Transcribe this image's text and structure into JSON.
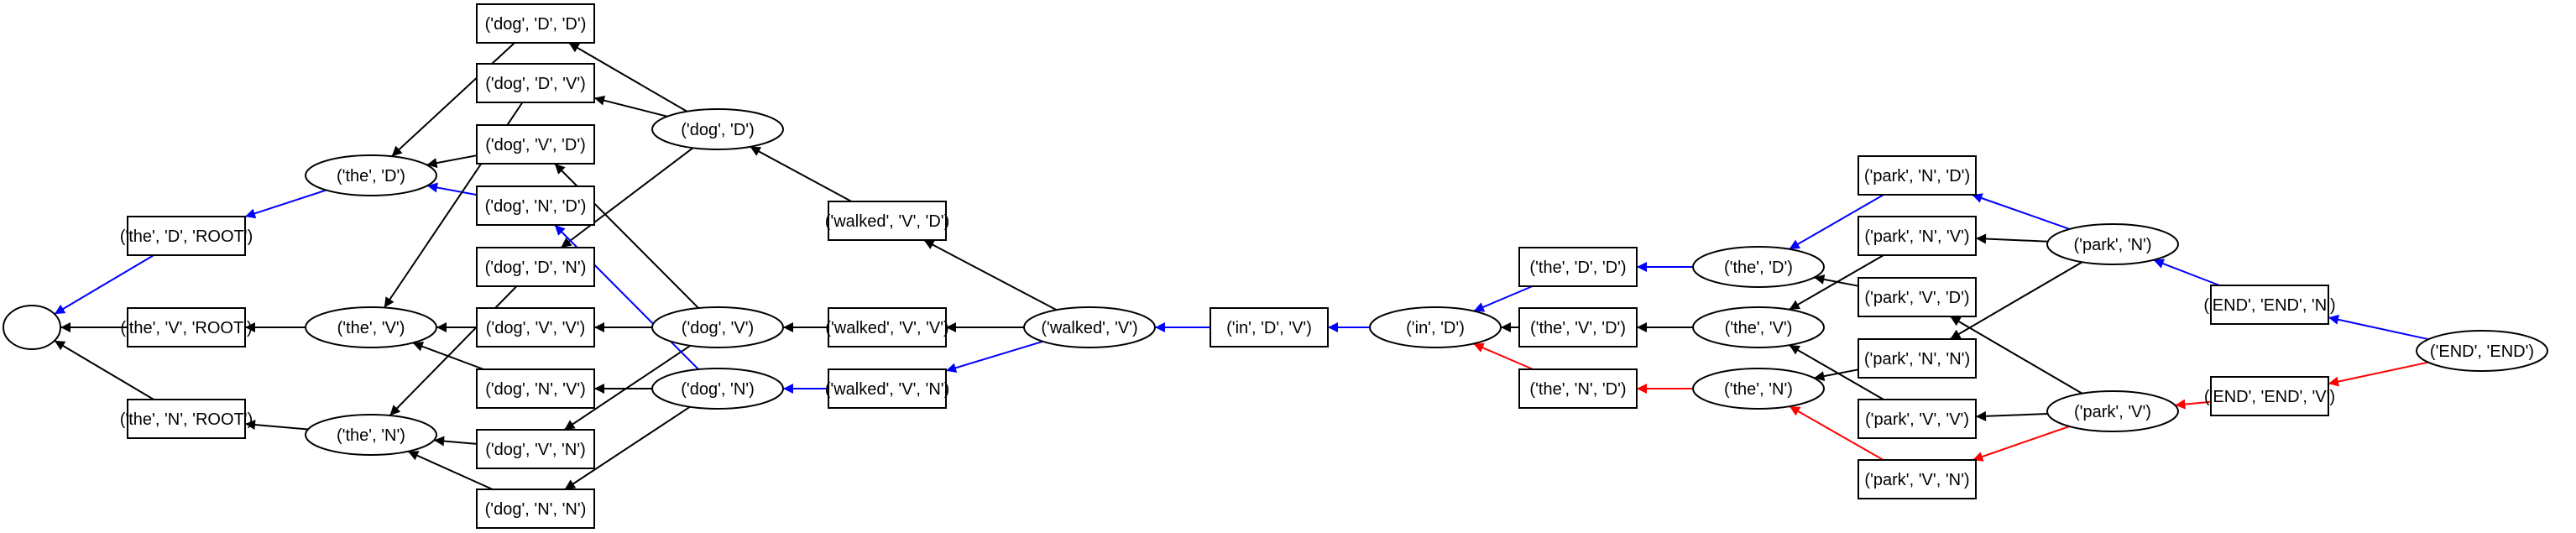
{
  "graph": {
    "root": {
      "label": ""
    },
    "nodes": [
      {
        "id": "the_D_ROOT",
        "label": "('the', 'D', 'ROOT')",
        "shape": "box"
      },
      {
        "id": "the_V_ROOT",
        "label": "('the', 'V', 'ROOT')",
        "shape": "box"
      },
      {
        "id": "the_N_ROOT",
        "label": "('the', 'N', 'ROOT')",
        "shape": "box"
      },
      {
        "id": "the_D",
        "label": "('the', 'D')",
        "shape": "ellipse"
      },
      {
        "id": "the_V",
        "label": "('the', 'V')",
        "shape": "ellipse"
      },
      {
        "id": "the_N",
        "label": "('the', 'N')",
        "shape": "ellipse"
      },
      {
        "id": "dog_D_D",
        "label": "('dog', 'D', 'D')",
        "shape": "box"
      },
      {
        "id": "dog_D_V",
        "label": "('dog', 'D', 'V')",
        "shape": "box"
      },
      {
        "id": "dog_V_D",
        "label": "('dog', 'V', 'D')",
        "shape": "box"
      },
      {
        "id": "dog_N_D",
        "label": "('dog', 'N', 'D')",
        "shape": "box"
      },
      {
        "id": "dog_D_N",
        "label": "('dog', 'D', 'N')",
        "shape": "box"
      },
      {
        "id": "dog_V_V",
        "label": "('dog', 'V', 'V')",
        "shape": "box"
      },
      {
        "id": "dog_N_V",
        "label": "('dog', 'N', 'V')",
        "shape": "box"
      },
      {
        "id": "dog_V_N",
        "label": "('dog', 'V', 'N')",
        "shape": "box"
      },
      {
        "id": "dog_N_N",
        "label": "('dog', 'N', 'N')",
        "shape": "box"
      },
      {
        "id": "dog_D",
        "label": "('dog', 'D')",
        "shape": "ellipse"
      },
      {
        "id": "dog_V",
        "label": "('dog', 'V')",
        "shape": "ellipse"
      },
      {
        "id": "dog_N",
        "label": "('dog', 'N')",
        "shape": "ellipse"
      },
      {
        "id": "walked_V_D",
        "label": "('walked', 'V', 'D')",
        "shape": "box"
      },
      {
        "id": "walked_V_V",
        "label": "('walked', 'V', 'V')",
        "shape": "box"
      },
      {
        "id": "walked_V_N",
        "label": "('walked', 'V', 'N')",
        "shape": "box"
      },
      {
        "id": "walked_V",
        "label": "('walked', 'V')",
        "shape": "ellipse"
      },
      {
        "id": "in_D_V",
        "label": "('in', 'D', 'V')",
        "shape": "box"
      },
      {
        "id": "in_D",
        "label": "('in', 'D')",
        "shape": "ellipse"
      },
      {
        "id": "the_D_D",
        "label": "('the', 'D', 'D')",
        "shape": "box"
      },
      {
        "id": "the_V_D",
        "label": "('the', 'V', 'D')",
        "shape": "box"
      },
      {
        "id": "the_N_D",
        "label": "('the', 'N', 'D')",
        "shape": "box"
      },
      {
        "id": "the_D2",
        "label": "('the', 'D')",
        "shape": "ellipse"
      },
      {
        "id": "the_V2",
        "label": "('the', 'V')",
        "shape": "ellipse"
      },
      {
        "id": "the_N2",
        "label": "('the', 'N')",
        "shape": "ellipse"
      },
      {
        "id": "park_N_D",
        "label": "('park', 'N', 'D')",
        "shape": "box"
      },
      {
        "id": "park_N_V",
        "label": "('park', 'N', 'V')",
        "shape": "box"
      },
      {
        "id": "park_V_D",
        "label": "('park', 'V', 'D')",
        "shape": "box"
      },
      {
        "id": "park_N_N",
        "label": "('park', 'N', 'N')",
        "shape": "box"
      },
      {
        "id": "park_V_V",
        "label": "('park', 'V', 'V')",
        "shape": "box"
      },
      {
        "id": "park_V_N",
        "label": "('park', 'V', 'N')",
        "shape": "box"
      },
      {
        "id": "park_N",
        "label": "('park', 'N')",
        "shape": "ellipse"
      },
      {
        "id": "park_V",
        "label": "('park', 'V')",
        "shape": "ellipse"
      },
      {
        "id": "END_END_N",
        "label": "('END', 'END', 'N')",
        "shape": "box"
      },
      {
        "id": "END_END_V",
        "label": "('END', 'END', 'V')",
        "shape": "box"
      },
      {
        "id": "END_END",
        "label": "('END', 'END')",
        "shape": "ellipse"
      }
    ],
    "edges": [
      {
        "from": "the_D_ROOT",
        "to": "root",
        "color": "blue"
      },
      {
        "from": "the_V_ROOT",
        "to": "root",
        "color": "black"
      },
      {
        "from": "the_N_ROOT",
        "to": "root",
        "color": "black"
      },
      {
        "from": "the_D",
        "to": "the_D_ROOT",
        "color": "blue"
      },
      {
        "from": "the_V",
        "to": "the_V_ROOT",
        "color": "black"
      },
      {
        "from": "the_N",
        "to": "the_N_ROOT",
        "color": "black"
      },
      {
        "from": "dog_D_D",
        "to": "the_D",
        "color": "black"
      },
      {
        "from": "dog_V_D",
        "to": "the_D",
        "color": "black"
      },
      {
        "from": "dog_N_D",
        "to": "the_D",
        "color": "blue"
      },
      {
        "from": "dog_D_V",
        "to": "the_V",
        "color": "black"
      },
      {
        "from": "dog_V_V",
        "to": "the_V",
        "color": "black"
      },
      {
        "from": "dog_N_V",
        "to": "the_V",
        "color": "black"
      },
      {
        "from": "dog_D_N",
        "to": "the_N",
        "color": "black"
      },
      {
        "from": "dog_V_N",
        "to": "the_N",
        "color": "black"
      },
      {
        "from": "dog_N_N",
        "to": "the_N",
        "color": "black"
      },
      {
        "from": "dog_D",
        "to": "dog_D_D",
        "color": "black"
      },
      {
        "from": "dog_D",
        "to": "dog_D_V",
        "color": "black"
      },
      {
        "from": "dog_D",
        "to": "dog_D_N",
        "color": "black"
      },
      {
        "from": "dog_V",
        "to": "dog_V_D",
        "color": "black"
      },
      {
        "from": "dog_V",
        "to": "dog_V_V",
        "color": "black"
      },
      {
        "from": "dog_V",
        "to": "dog_V_N",
        "color": "black"
      },
      {
        "from": "dog_N",
        "to": "dog_N_D",
        "color": "blue"
      },
      {
        "from": "dog_N",
        "to": "dog_N_V",
        "color": "black"
      },
      {
        "from": "dog_N",
        "to": "dog_N_N",
        "color": "black"
      },
      {
        "from": "walked_V_D",
        "to": "dog_D",
        "color": "black"
      },
      {
        "from": "walked_V_V",
        "to": "dog_V",
        "color": "black"
      },
      {
        "from": "walked_V_N",
        "to": "dog_N",
        "color": "blue"
      },
      {
        "from": "walked_V",
        "to": "walked_V_D",
        "color": "black"
      },
      {
        "from": "walked_V",
        "to": "walked_V_V",
        "color": "black"
      },
      {
        "from": "walked_V",
        "to": "walked_V_N",
        "color": "blue"
      },
      {
        "from": "in_D_V",
        "to": "walked_V",
        "color": "blue"
      },
      {
        "from": "in_D",
        "to": "in_D_V",
        "color": "blue"
      },
      {
        "from": "the_D_D",
        "to": "in_D",
        "color": "blue"
      },
      {
        "from": "the_V_D",
        "to": "in_D",
        "color": "black"
      },
      {
        "from": "the_N_D",
        "to": "in_D",
        "color": "red"
      },
      {
        "from": "the_D2",
        "to": "the_D_D",
        "color": "blue"
      },
      {
        "from": "the_V2",
        "to": "the_V_D",
        "color": "black"
      },
      {
        "from": "the_N2",
        "to": "the_N_D",
        "color": "red"
      },
      {
        "from": "park_N_D",
        "to": "the_D2",
        "color": "blue"
      },
      {
        "from": "park_V_D",
        "to": "the_D2",
        "color": "black"
      },
      {
        "from": "park_N_V",
        "to": "the_V2",
        "color": "black"
      },
      {
        "from": "park_V_V",
        "to": "the_V2",
        "color": "black"
      },
      {
        "from": "park_N_N",
        "to": "the_N2",
        "color": "black"
      },
      {
        "from": "park_V_N",
        "to": "the_N2",
        "color": "red"
      },
      {
        "from": "park_N",
        "to": "park_N_D",
        "color": "blue"
      },
      {
        "from": "park_N",
        "to": "park_N_V",
        "color": "black"
      },
      {
        "from": "park_N",
        "to": "park_N_N",
        "color": "black"
      },
      {
        "from": "park_V",
        "to": "park_V_D",
        "color": "black"
      },
      {
        "from": "park_V",
        "to": "park_V_V",
        "color": "black"
      },
      {
        "from": "park_V",
        "to": "park_V_N",
        "color": "red"
      },
      {
        "from": "END_END_N",
        "to": "park_N",
        "color": "blue"
      },
      {
        "from": "END_END_V",
        "to": "park_V",
        "color": "red"
      },
      {
        "from": "END_END",
        "to": "END_END_N",
        "color": "blue"
      },
      {
        "from": "END_END",
        "to": "END_END_V",
        "color": "red"
      }
    ]
  },
  "colors": {
    "black": "#000000",
    "blue": "#0000ff",
    "red": "#ff0000"
  }
}
